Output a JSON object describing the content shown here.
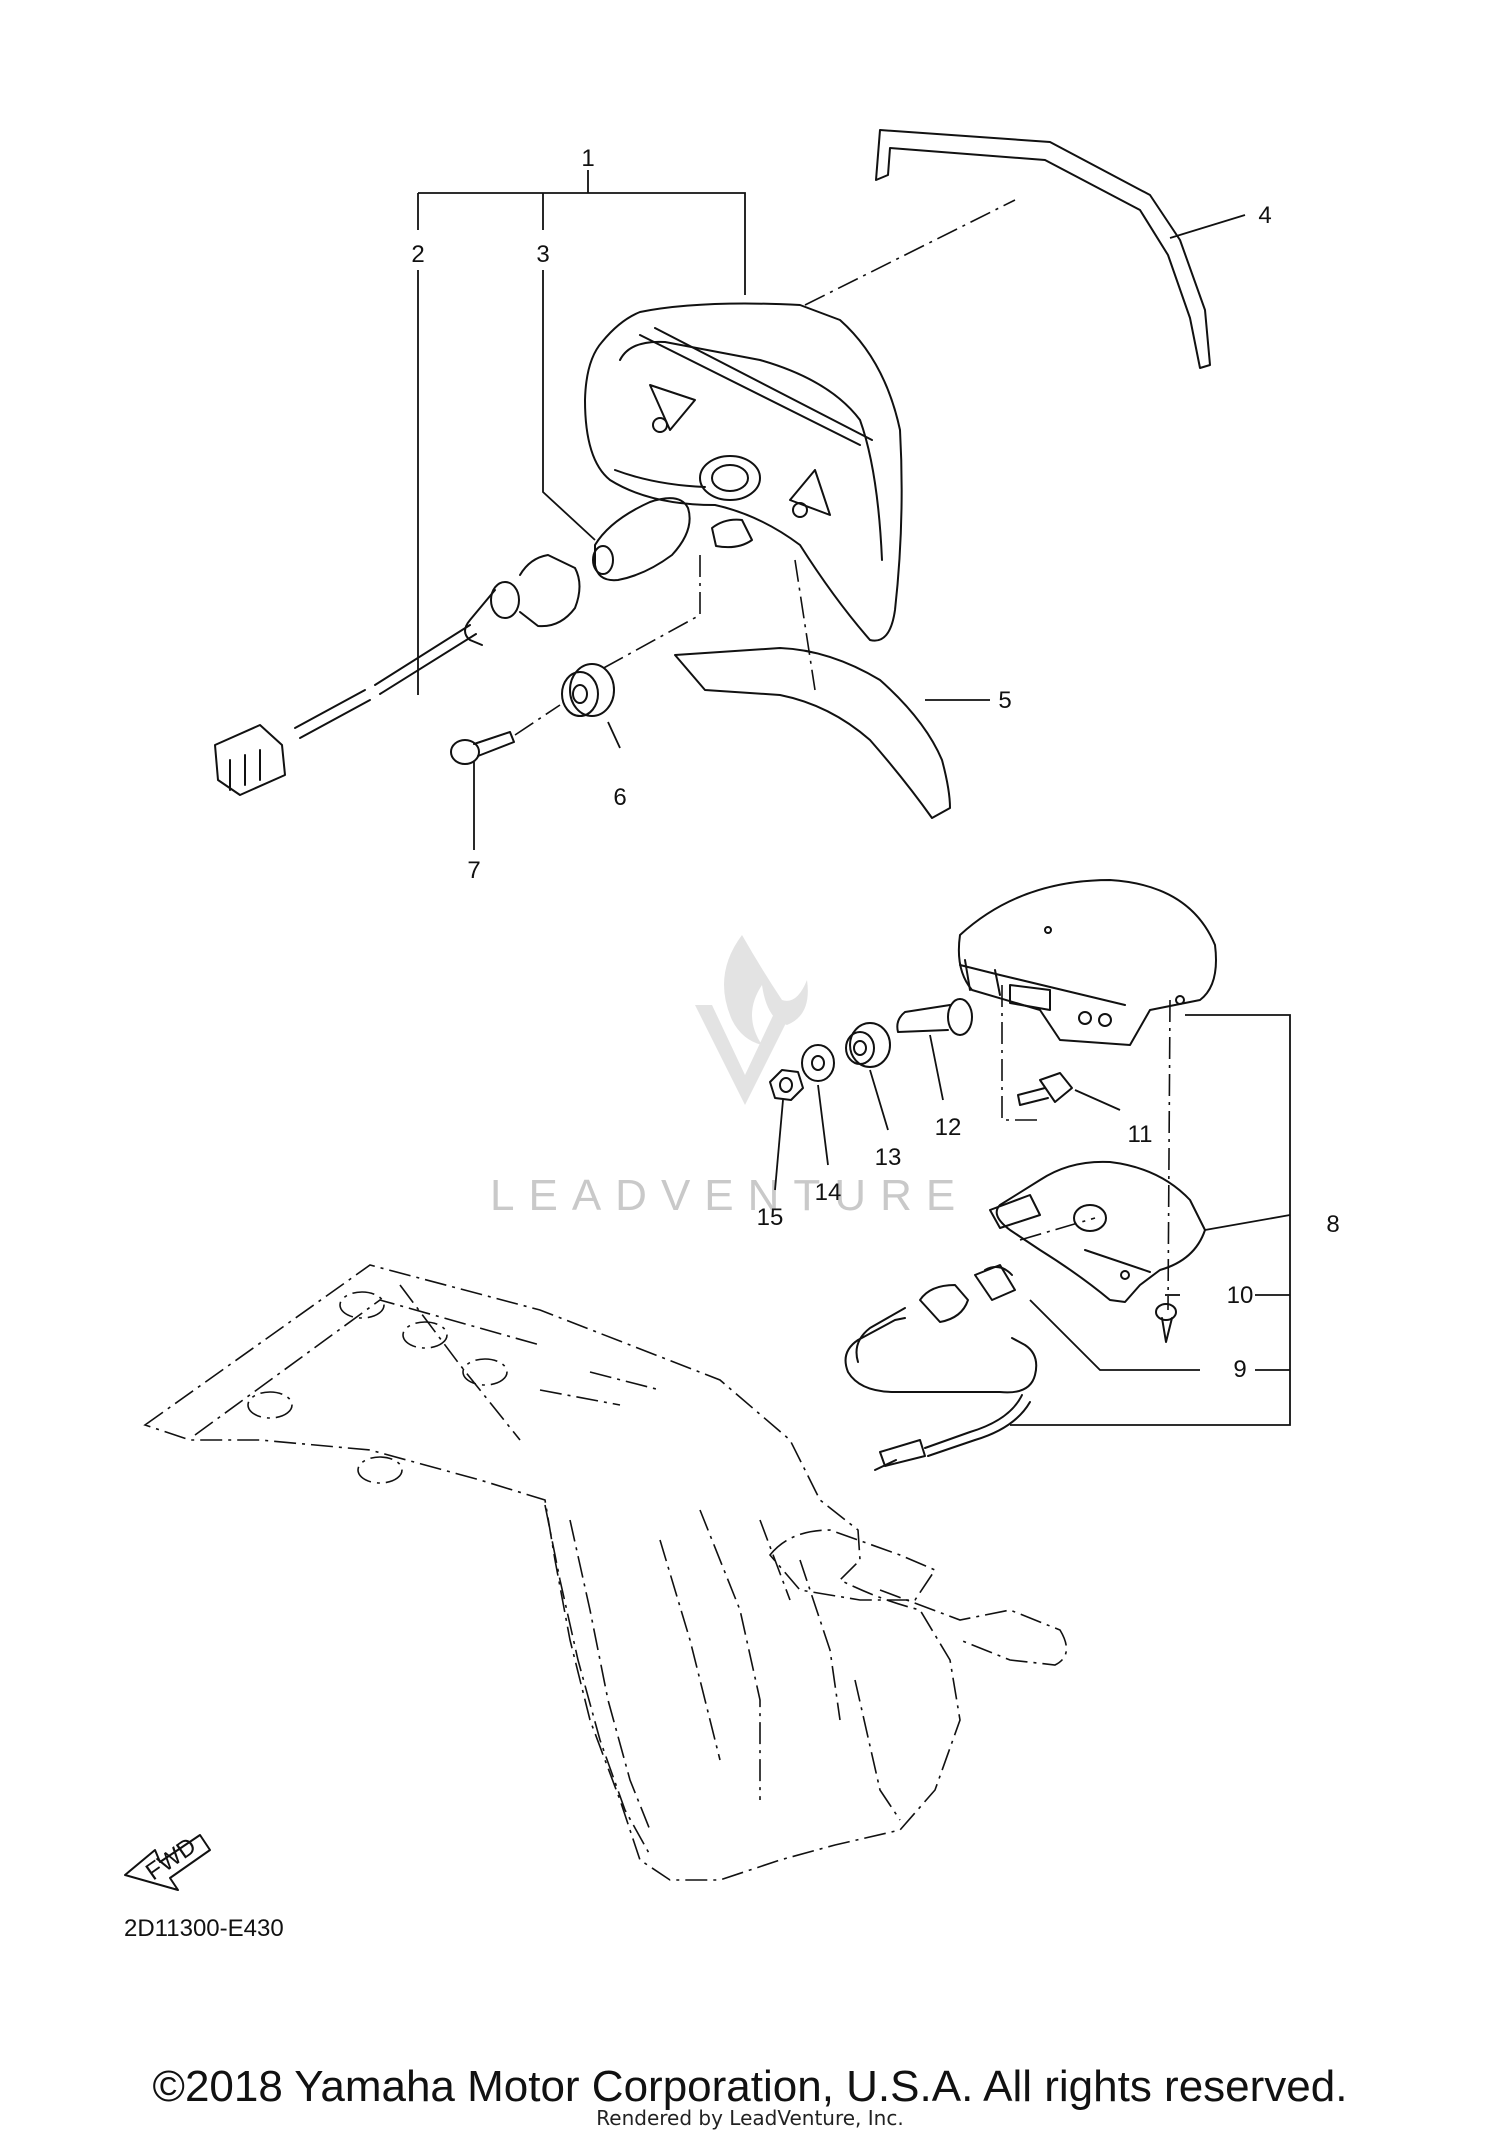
{
  "diagram": {
    "code": "2D11300-E430",
    "fwd_label": "FWD",
    "watermark": "LEADVENTURE",
    "copyright": "©2018 Yamaha Motor Corporation, U.S.A. All rights reserved.",
    "rendered_by": "Rendered by LeadVenture, Inc.",
    "callouts": [
      "1",
      "2",
      "3",
      "4",
      "5",
      "6",
      "7",
      "8",
      "9",
      "10",
      "11",
      "12",
      "13",
      "14",
      "15"
    ]
  },
  "colors": {
    "ink": "#111111",
    "watermark": "#c9c9c9",
    "background": "#ffffff"
  }
}
